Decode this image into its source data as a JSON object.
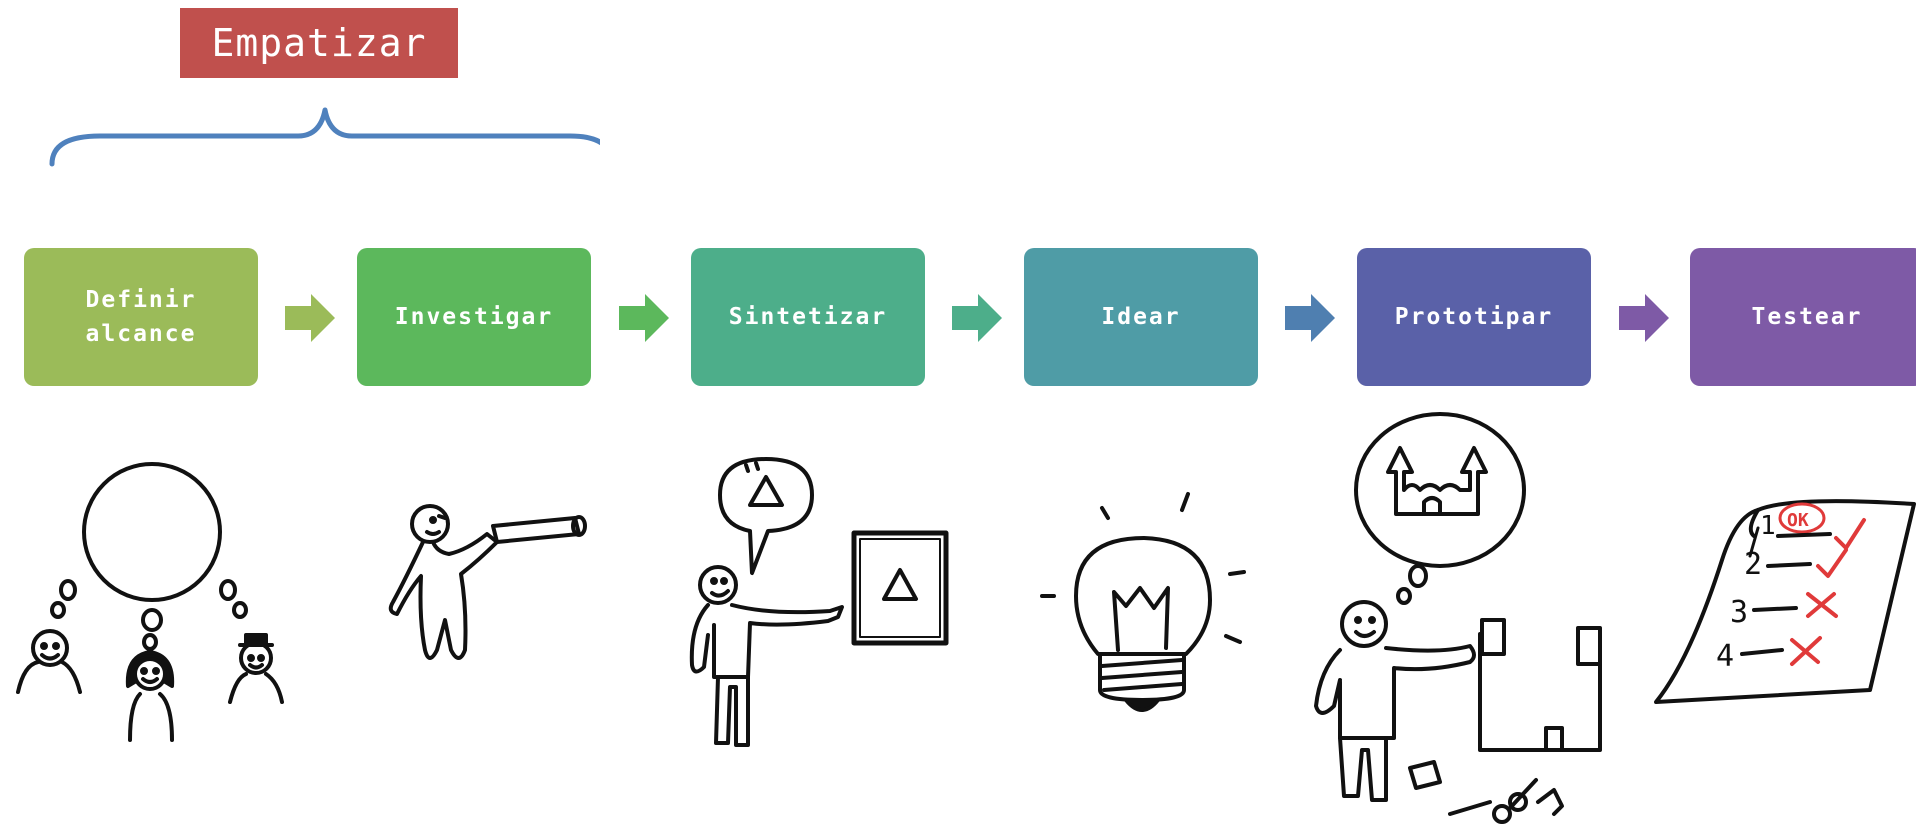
{
  "phase": {
    "label": "Empatizar",
    "color": "#c0504d"
  },
  "steps": [
    {
      "label": "Definir\nalcance",
      "color": "#9bbb59"
    },
    {
      "label": "Investigar",
      "color": "#5cb85c"
    },
    {
      "label": "Sintetizar",
      "color": "#4dae8a"
    },
    {
      "label": "Idear",
      "color": "#4f9ca6"
    },
    {
      "label": "Prototipar",
      "color": "#5a61a8"
    },
    {
      "label": "Testear",
      "color": "#7e5aa6"
    }
  ],
  "arrow_colors": [
    "#9bbb59",
    "#5cb85c",
    "#4dae8a",
    "#4f7fb0",
    "#7e5aa6"
  ],
  "brace_color": "#4f81bd",
  "illustrations": [
    "thinking-people",
    "person-with-telescope",
    "presenter-with-screen",
    "light-bulb",
    "person-building-castle",
    "checklist"
  ],
  "testear_list": {
    "badge": "OK",
    "numbers": [
      "1",
      "2",
      "3",
      "4"
    ]
  }
}
